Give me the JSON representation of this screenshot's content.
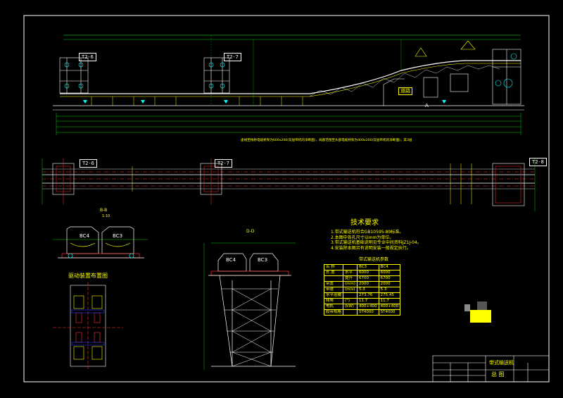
{
  "sections": {
    "elevation_tags": [
      "T2-6",
      "T2-7"
    ],
    "plan_tags": [
      "T2-6",
      "T2-7",
      "T2-8"
    ],
    "road_label": "道路",
    "letter_a": "A",
    "note_elevation": "虚线至栈桥电缆桥架为600x200(双层带机的净断面)，局部范围至头部电缆桥架为400x200(双层带机的净断面)，其3层",
    "section_bb_title": "B-B",
    "section_bb_scale": "1:10",
    "section_dd_title": "D-D",
    "drive_layout_title": "驱动装置布置图",
    "belt_labels_bb": [
      "BC4",
      "BC3"
    ],
    "belt_labels_dd": [
      "BC4",
      "BC3"
    ]
  },
  "tech": {
    "title": "技术要求",
    "items": [
      "1.带式输送机符合GB10595-89标准。",
      "2.本图中各孔尺寸以mm为单位。",
      "3.带式输送机基础说明见专业中间资料JZ1J-04。",
      "4.安装除本图另有说明安装一般规定执行。"
    ]
  },
  "params": {
    "title": "带式输送机参数",
    "rows": [
      [
        "名  称",
        "",
        "BC3",
        "BC4"
      ],
      [
        "长  度",
        "水平",
        "6000",
        "6000"
      ],
      [
        "",
        "提升",
        "6700",
        "6700"
      ],
      [
        "带宽",
        "(mm)",
        "2000",
        "2000"
      ],
      [
        "带速",
        "(m/s)",
        "5.3",
        "5.3"
      ],
      [
        "水平运输",
        "",
        "273.76",
        "275.45"
      ],
      [
        "倾角",
        "(°)",
        "11.7",
        "11.7"
      ],
      [
        "电机",
        "(kW)",
        "400+400",
        "400+400"
      ],
      [
        "胶带规格",
        "",
        "ST4000",
        "ST4000"
      ]
    ]
  },
  "title_block": {
    "drawing_title": "带式输送机",
    "subtitle": "总 图"
  },
  "colors": {
    "background": "#000000",
    "yellow": "#ffff00",
    "white": "#ffffff",
    "cyan": "#00ffff",
    "red": "#ff3030",
    "green": "#00ff00",
    "blue": "#2040ff",
    "magenta": "#ff40ff"
  }
}
